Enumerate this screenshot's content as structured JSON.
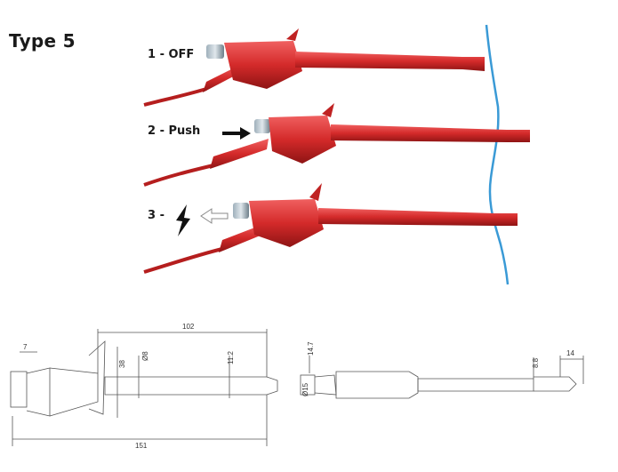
{
  "title": "Type 5",
  "steps": [
    {
      "label": "1 - OFF"
    },
    {
      "label": "2 - Push"
    },
    {
      "label": "3 -"
    }
  ],
  "dimensions": {
    "side": {
      "d7": "7",
      "d102": "102",
      "d8": "Ø8",
      "d38": "38",
      "d11_2": "11.2",
      "d151": "151"
    },
    "top": {
      "d14_7": "14.7",
      "d15": "Ø15",
      "d8_8": "8.8",
      "d14": "14"
    }
  },
  "colors": {
    "probe_red": "#d42a2a",
    "wire_blue": "#3a9ad6",
    "drawing_line": "#555555"
  },
  "icons": [
    "arrow-right-icon",
    "lightning-icon",
    "arrow-left-icon"
  ]
}
